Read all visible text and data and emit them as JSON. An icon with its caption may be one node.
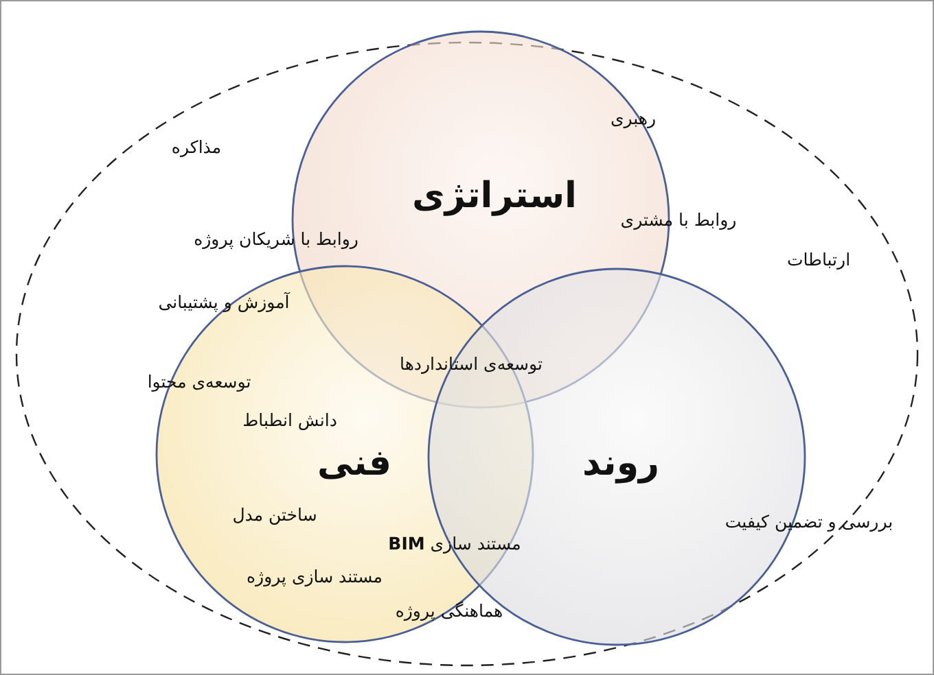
{
  "diagram": {
    "nodes": [
      {
        "text": [],
        "shape": "ellipse"
      },
      {
        "text": [
          "استراتژی"
        ],
        "in": 0
      },
      {
        "text": [
          "فنی"
        ],
        "in": 0
      },
      {
        "text": [
          "روند"
        ],
        "in": 0
      }
    ],
    "labels": [
      "رهبری",
      "مذاکره",
      "روابط با مشتری",
      "روابط با شریکان پروژه",
      "ارتباطات",
      "آموزش و پشتیبانی",
      "توسعه‌ی استانداردها",
      "توسعه‌ی محتوا",
      "دانش انطباط",
      "ساختن مدل",
      "بررسی و تضمین کیفیت",
      "مستند سازی **BIM**",
      "مستند سازی پروژه",
      "هماهنگی پروژه"
    ]
  }
}
